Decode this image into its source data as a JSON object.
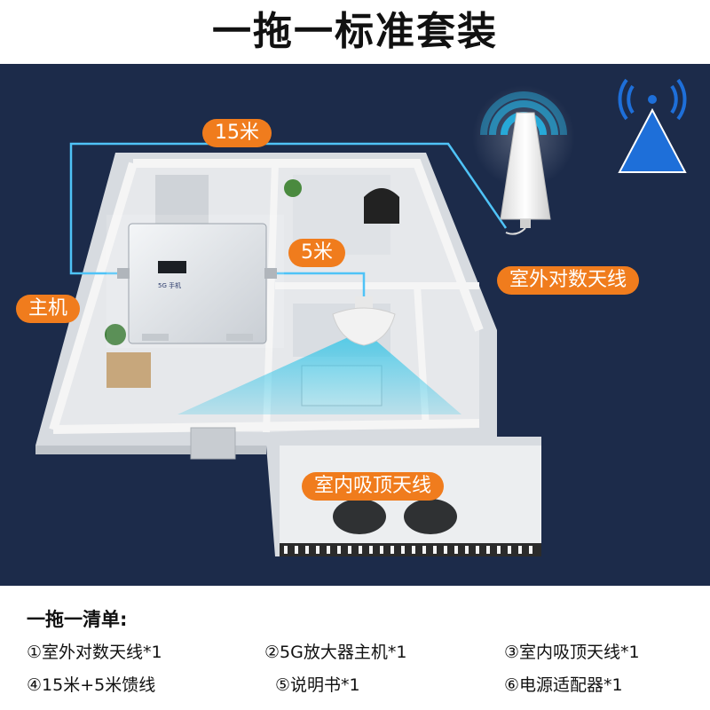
{
  "title": "一拖一标准套装",
  "labels": {
    "distance_outer": "15米",
    "distance_inner": "5米",
    "host": "主机",
    "outdoor_antenna": "室外对数天线",
    "indoor_antenna": "室内吸顶天线"
  },
  "product_label": "5G 手机",
  "list": {
    "title": "一拖一清单:",
    "items": [
      "①室外对数天线*1",
      "②5G放大器主机*1",
      "③室内吸顶天线*1",
      "④15米+5米馈线",
      "⑤说明书*1",
      "⑥电源适配器*1"
    ]
  },
  "colors": {
    "background": "#1c2b4a",
    "accent": "#f07c1d",
    "cable": "#4fc3f7",
    "signal": "#1e6fd9"
  }
}
